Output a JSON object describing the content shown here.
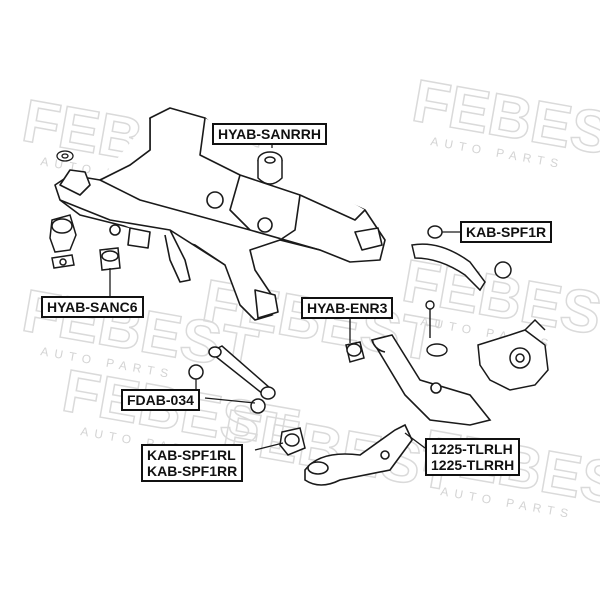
{
  "watermark": {
    "brand": "FEBEST",
    "subtitle": "AUTO PARTS",
    "color": "#dcdcdc"
  },
  "labels": {
    "hyab_sanrrh": "HYAB-SANRRH",
    "kab_spf1r": "KAB-SPF1R",
    "hyab_sanc6": "HYAB-SANC6",
    "hyab_enr3": "HYAB-ENR3",
    "fdab_034": "FDAB-034",
    "kab_spf1rl": "KAB-SPF1RL",
    "kab_spf1rr": "KAB-SPF1RR",
    "tlrlh": "1225-TLRLH",
    "tlrrh": "1225-TLRRH"
  },
  "colors": {
    "line": "#1a1a1a",
    "part_fill": "#ffffff",
    "label_border": "#111111"
  }
}
